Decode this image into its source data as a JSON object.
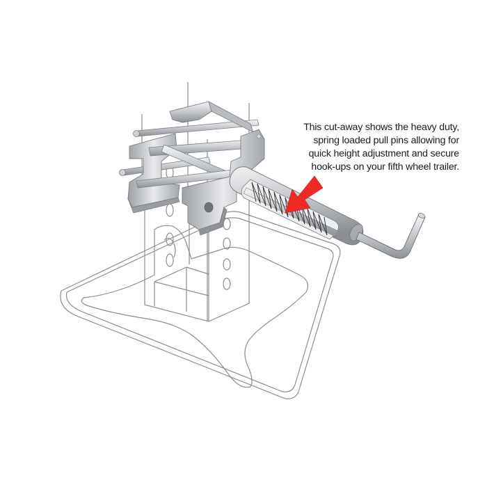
{
  "caption": {
    "lines": [
      "This cut-away shows the heavy duty,",
      "spring loaded pull pins allowing for",
      "quick height adjustment and secure",
      "hook-ups on your fifth wheel trailer."
    ]
  },
  "colors": {
    "arrow": "#ef2a24",
    "steel_light": "#e6e8ea",
    "steel_mid": "#b9bcc0",
    "steel_dark": "#8a8d91",
    "outline": "#8d8d8d"
  }
}
